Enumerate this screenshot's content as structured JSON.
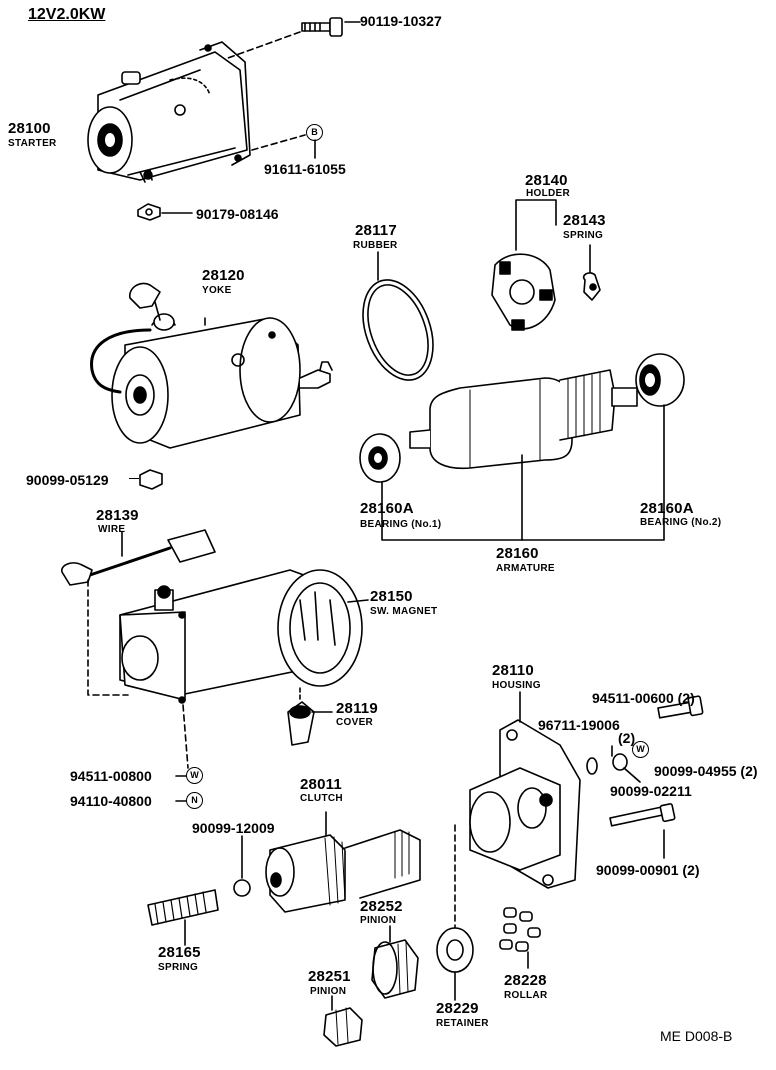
{
  "title": "12V2.0KW",
  "diagram_code": "ME  D008-B",
  "parts": {
    "p28100": {
      "number": "28100",
      "name": "STARTER"
    },
    "p90119": {
      "number": "90119-10327"
    },
    "p91611": {
      "number": "91611-61055",
      "symbol": "B"
    },
    "p90179": {
      "number": "90179-08146"
    },
    "p28117": {
      "number": "28117",
      "name": "RUBBER"
    },
    "p28140": {
      "number": "28140",
      "name": "HOLDER"
    },
    "p28143": {
      "number": "28143",
      "name": "SPRING"
    },
    "p28120": {
      "number": "28120",
      "name": "YOKE"
    },
    "p90099_05129": {
      "number": "90099-05129"
    },
    "p28160a_1": {
      "number": "28160A",
      "name": "BEARING (No.1)"
    },
    "p28160a_2": {
      "number": "28160A",
      "name": "BEARING (No.2)"
    },
    "p28160": {
      "number": "28160",
      "name": "ARMATURE"
    },
    "p28139": {
      "number": "28139",
      "name": "WIRE"
    },
    "p28150": {
      "number": "28150",
      "name": "SW. MAGNET"
    },
    "p28119": {
      "number": "28119",
      "name": "COVER"
    },
    "p28110": {
      "number": "28110",
      "name": "HOUSING"
    },
    "p94511_00600": {
      "number": "94511-00600 (2)"
    },
    "p96711": {
      "number": "96711-19006",
      "qty": "(2)"
    },
    "p90099_04955": {
      "number": "90099-04955 (2)",
      "symbol": "W"
    },
    "p90099_02211": {
      "number": "90099-02211"
    },
    "p94511_00800": {
      "number": "94511-00800",
      "symbol": "W"
    },
    "p94110": {
      "number": "94110-40800",
      "symbol": "N"
    },
    "p28011": {
      "number": "28011",
      "name": "CLUTCH"
    },
    "p90099_12009": {
      "number": "90099-12009"
    },
    "p90099_00901": {
      "number": "90099-00901 (2)"
    },
    "p28252": {
      "number": "28252",
      "name": "PINION"
    },
    "p28165": {
      "number": "28165",
      "name": "SPRING"
    },
    "p28251": {
      "number": "28251",
      "name": "PINION"
    },
    "p28228": {
      "number": "28228",
      "name": "ROLLAR"
    },
    "p28229": {
      "number": "28229",
      "name": "RETAINER"
    }
  }
}
